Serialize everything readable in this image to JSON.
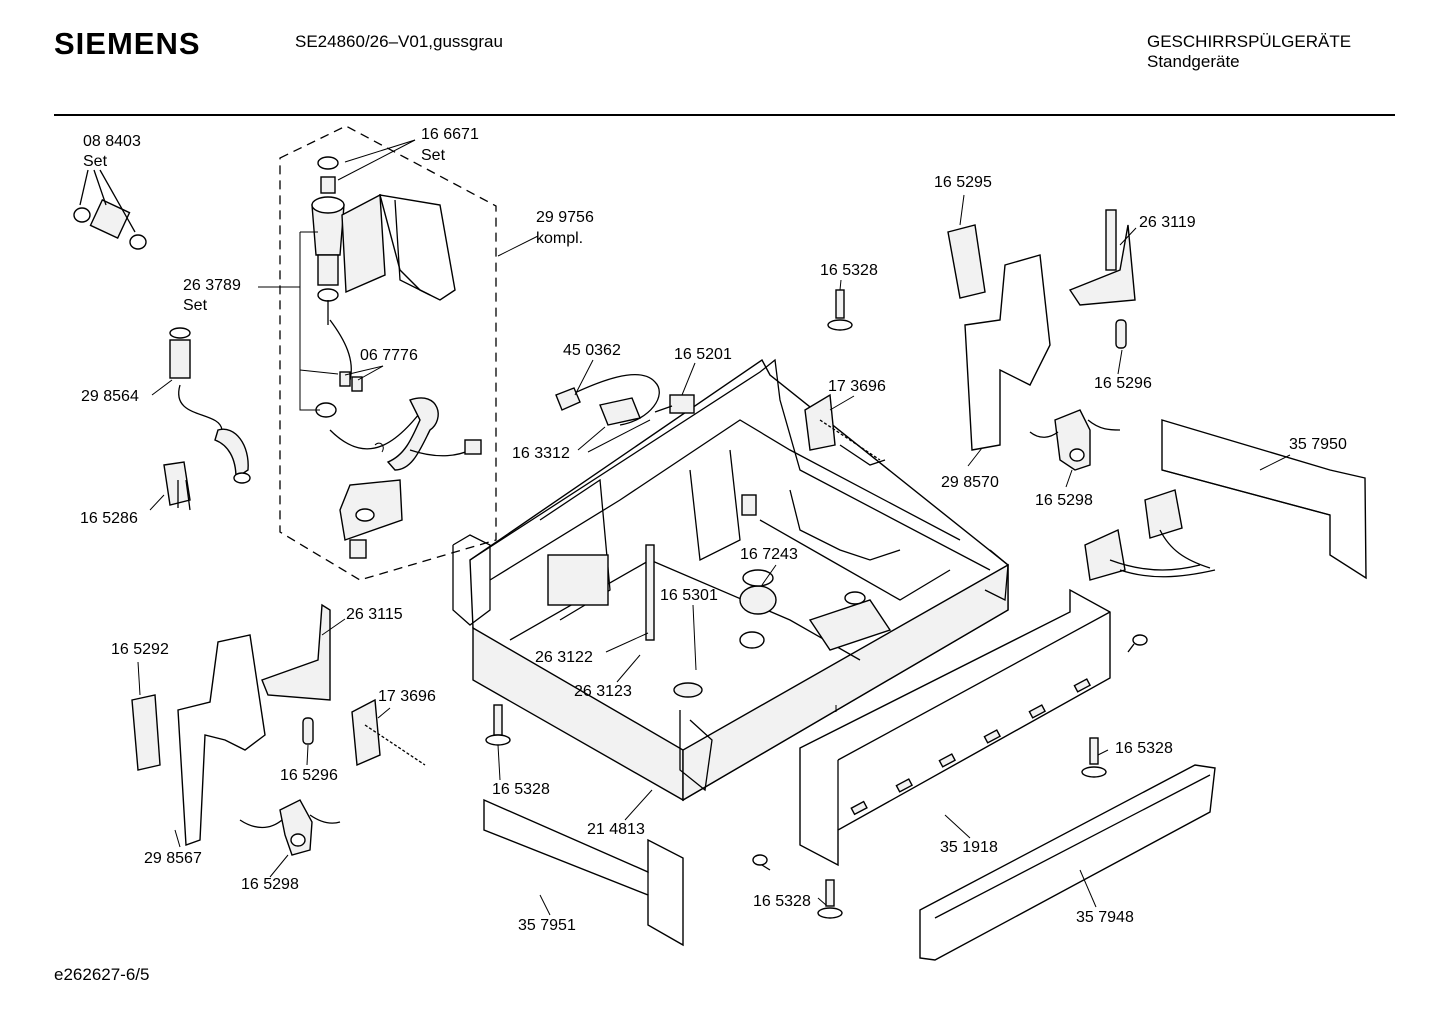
{
  "header": {
    "brand": "SIEMENS",
    "model": "SE24860/26–V01,gussgrau",
    "category_line1": "GESCHIRRSPÜLGERÄTE",
    "category_line2": "Standgeräte"
  },
  "footer": {
    "drawing_id": "e262627-6/5"
  },
  "labels": {
    "p088403": "08 8403",
    "p088403_set": "Set",
    "p166671": "16 6671",
    "p166671_set": "Set",
    "p299756": "29 9756",
    "p299756_kompl": "kompl.",
    "p263789": "26 3789",
    "p263789_set": "Set",
    "p298564": "29 8564",
    "p067776": "06 7776",
    "p165286": "16 5286",
    "p450362": "45 0362",
    "p165201": "16 5201",
    "p163312": "16 3312",
    "p165328_top": "16 5328",
    "p173696_top": "17 3696",
    "p165295": "16 5295",
    "p263119": "26 3119",
    "p165296_right": "16 5296",
    "p298570": "29 8570",
    "p165298_right": "16 5298",
    "p357950": "35 7950",
    "p167243": "16 7243",
    "p165301": "16 5301",
    "p263122": "26 3122",
    "p263123": "26 3123",
    "p263115": "26 3115",
    "p165292": "16 5292",
    "p173696_left": "17 3696",
    "p165296_left": "16 5296",
    "p298567": "29 8567",
    "p165298_left": "16 5298",
    "p165328_foot": "16 5328",
    "p214813": "21 4813",
    "p357951": "35 7951",
    "p165328_right": "16 5328",
    "p351918": "35 1918",
    "p165328_bottom": "16 5328",
    "p357948": "35 7948"
  }
}
